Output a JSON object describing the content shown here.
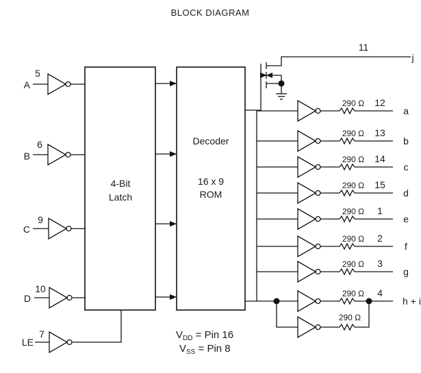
{
  "title": "BLOCK DIAGRAM",
  "latch": {
    "line1": "4-Bit",
    "line2": "Latch"
  },
  "decoder": {
    "line1": "Decoder",
    "line2": "16 x 9",
    "line3": "ROM"
  },
  "inputs": [
    {
      "signal": "A",
      "pin": "5"
    },
    {
      "signal": "B",
      "pin": "6"
    },
    {
      "signal": "C",
      "pin": "9"
    },
    {
      "signal": "D",
      "pin": "10"
    },
    {
      "signal": "LE",
      "pin": "7"
    }
  ],
  "transistor_output": {
    "pin": "11",
    "signal": "j"
  },
  "outputs": [
    {
      "resistor": "290 Ω",
      "pin": "12",
      "signal": "a"
    },
    {
      "resistor": "290 Ω",
      "pin": "13",
      "signal": "b"
    },
    {
      "resistor": "290 Ω",
      "pin": "14",
      "signal": "c"
    },
    {
      "resistor": "290 Ω",
      "pin": "15",
      "signal": "d"
    },
    {
      "resistor": "290 Ω",
      "pin": "1",
      "signal": "e"
    },
    {
      "resistor": "290 Ω",
      "pin": "2",
      "signal": "f"
    },
    {
      "resistor": "290 Ω",
      "pin": "3",
      "signal": "g"
    },
    {
      "resistor": "290 Ω",
      "pin": "4",
      "signal": "h + i"
    }
  ],
  "parallel_resistor": "290 Ω",
  "power": {
    "vdd_label": "V",
    "vdd_sub": "DD",
    "vdd_text": " = Pin 16",
    "vss_label": "V",
    "vss_sub": "SS",
    "vss_text": " = Pin 8"
  }
}
